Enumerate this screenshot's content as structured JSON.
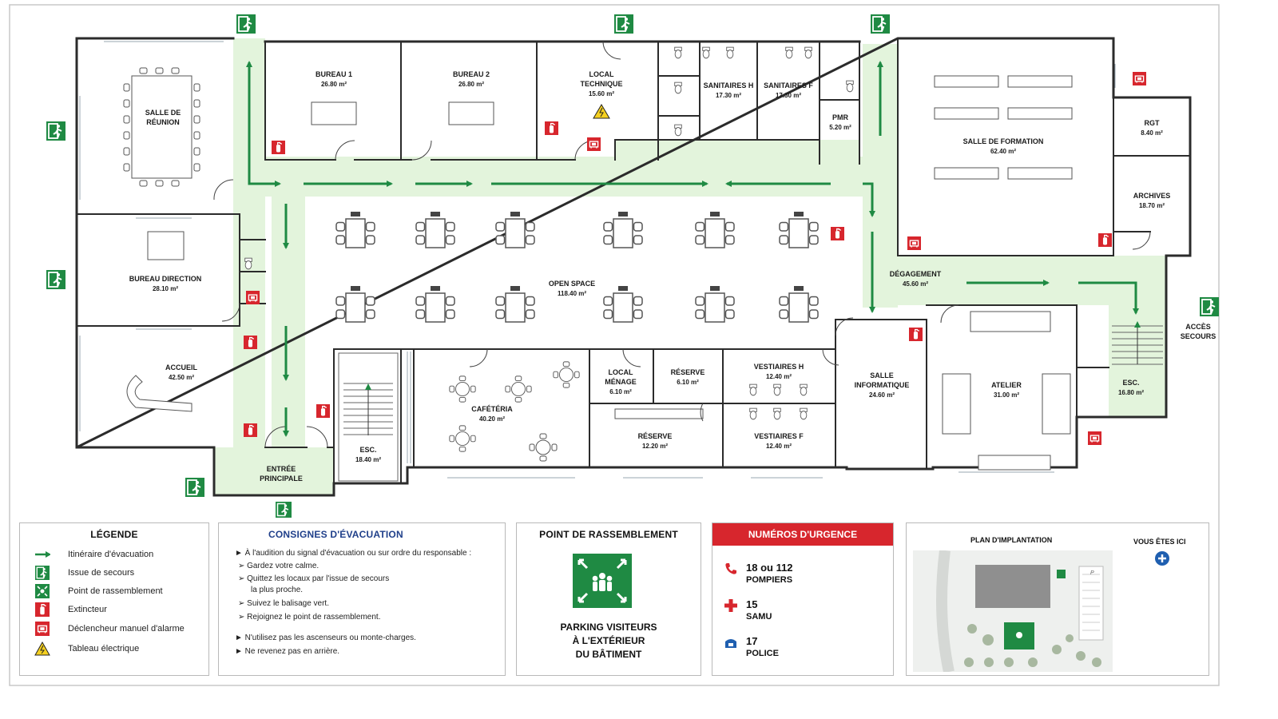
{
  "rooms": {
    "salle_reunion": {
      "name_1": "SALLE DE",
      "name_2": "RÉUNION"
    },
    "bureau1": {
      "name": "BUREAU 1",
      "area": "26.80 m²"
    },
    "bureau2": {
      "name": "BUREAU 2",
      "area": "26.80 m²"
    },
    "local_technique": {
      "name_1": "LOCAL",
      "name_2": "TECHNIQUE",
      "area": "15.60 m²"
    },
    "sanitaires_h": {
      "name": "SANITAIRES H",
      "area": "17.30 m²"
    },
    "sanitaires_f": {
      "name": "SANITAIRES F",
      "area": "17.30 m²"
    },
    "pmr": {
      "name": "PMR",
      "area": "5.20 m²"
    },
    "salle_formation": {
      "name": "SALLE DE FORMATION",
      "area": "62.40 m²"
    },
    "rgt": {
      "name": "RGT",
      "area": "8.40 m²"
    },
    "archives": {
      "name": "ARCHIVES",
      "area": "18.70 m²"
    },
    "bureau_direction": {
      "name": "BUREAU DIRECTION",
      "area": "28.10 m²"
    },
    "open_space": {
      "name": "OPEN SPACE",
      "area": "118.40 m²"
    },
    "degagement": {
      "name": "DÉGAGEMENT",
      "area": "45.60 m²"
    },
    "acces_secours": {
      "name_1": "ACCÈS",
      "name_2": "SECOURS"
    },
    "accueil": {
      "name": "ACCUEIL",
      "area": "42.50 m²"
    },
    "esc_left": {
      "name": "ESC.",
      "area": "18.40 m²"
    },
    "cafeteria": {
      "name": "CAFÉTÉRIA",
      "area": "40.20 m²"
    },
    "local_menage": {
      "name_1": "LOCAL",
      "name_2": "MÉNAGE",
      "area": "6.10 m²"
    },
    "reserve_top": {
      "name": "RÉSERVE",
      "area": "6.10 m²"
    },
    "vestiaires_h": {
      "name": "VESTIAIRES H",
      "area": "12.40 m²"
    },
    "reserve_bottom": {
      "name": "RÉSERVE",
      "area": "12.20 m²"
    },
    "vestiaires_f": {
      "name": "VESTIAIRES F",
      "area": "12.40 m²"
    },
    "salle_informatique": {
      "name_1": "SALLE",
      "name_2": "INFORMATIQUE",
      "area": "24.60 m²"
    },
    "atelier": {
      "name": "ATELIER",
      "area": "31.00 m²"
    },
    "esc_right": {
      "name": "ESC.",
      "area": "16.80 m²"
    },
    "entree": {
      "name_1": "ENTRÉE",
      "name_2": "PRINCIPALE"
    }
  },
  "legend": {
    "title": "LÉGENDE",
    "items": [
      {
        "label": "Itinéraire d'évacuation",
        "icon": "evacuation-arrow-icon"
      },
      {
        "label": "Issue de secours",
        "icon": "emergency-exit-icon"
      },
      {
        "label": "Point de rassemblement",
        "icon": "assembly-point-icon"
      },
      {
        "label": "Extincteur",
        "icon": "fire-extinguisher-icon"
      },
      {
        "label": "Déclencheur manuel d'alarme",
        "icon": "alarm-call-point-icon"
      },
      {
        "label": "Tableau électrique",
        "icon": "electrical-hazard-icon"
      }
    ]
  },
  "consignes": {
    "title": "CONSIGNES D'ÉVACUATION",
    "lines": [
      "► À l'audition du signal d'évacuation ou sur ordre du responsable :",
      "➢  Gardez votre calme.",
      "➢  Quittez les locaux par l'issue de secours",
      "la plus proche.",
      "➢  Suivez le balisage vert.",
      "➢  Rejoignez le point de rassemblement.",
      "► N'utilisez pas les ascenseurs ou monte-charges.",
      "► Ne revenez pas en arrière."
    ]
  },
  "rassemblement": {
    "title": "POINT DE RASSEMBLEMENT",
    "lines": [
      "PARKING VISITEURS",
      "À L'EXTÉRIEUR",
      "DU BÂTIMENT"
    ]
  },
  "urgence": {
    "title": "NUMÉROS D'URGENCE",
    "entries": [
      {
        "number": "18 ou 112",
        "label": "POMPIERS",
        "icon": "phone-icon"
      },
      {
        "number": "15",
        "label": "SAMU",
        "icon": "red-cross-icon"
      },
      {
        "number": "17",
        "label": "POLICE",
        "icon": "police-icon"
      }
    ]
  },
  "implantation": {
    "title": "PLAN D'IMPLANTATION",
    "you_are_here": "VOUS ÊTES ICI",
    "parking_mark": "P"
  },
  "colors": {
    "evac_green": "#1f8a43",
    "route_fill": "#e3f4dc",
    "safety_red": "#d7262d",
    "wall": "#2b2b2b"
  }
}
